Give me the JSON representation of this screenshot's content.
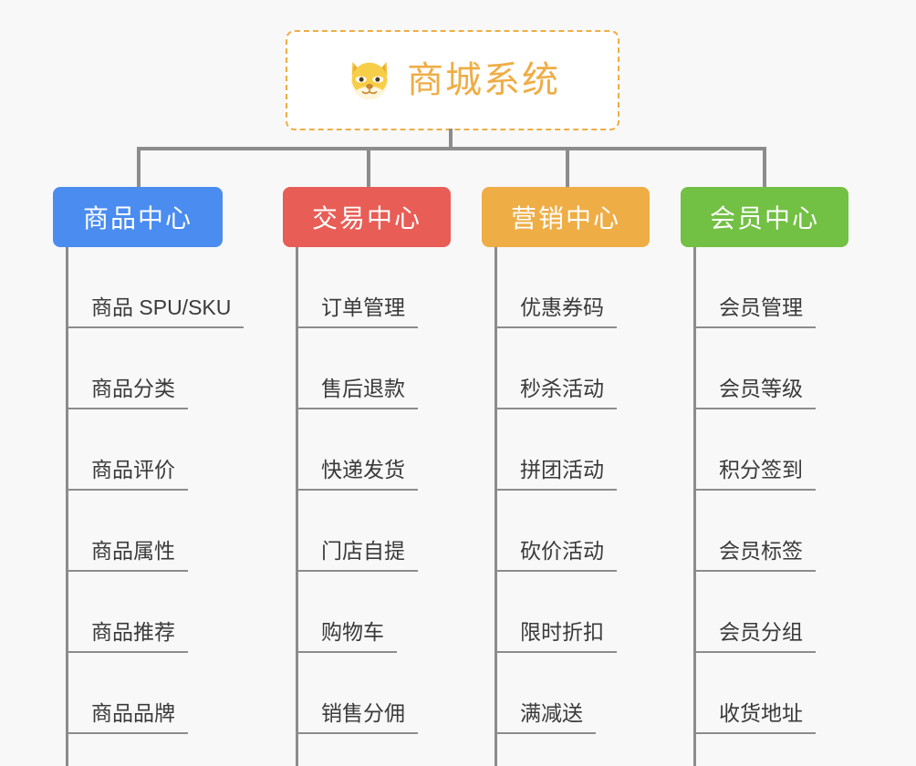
{
  "page": {
    "background": "#f8f8f8",
    "line_color": "#8c8c8c",
    "text_color": "#3a3a3a"
  },
  "root": {
    "title": "商城系统",
    "icon": "shiba-dog-emoji",
    "accent_color": "#eead45",
    "border_style": "dashed",
    "background": "#ffffff"
  },
  "columns": [
    {
      "title": "商品中心",
      "color": "#4a8cf0",
      "items": [
        {
          "label": "商品 SPU/SKU"
        },
        {
          "label": "商品分类"
        },
        {
          "label": "商品评价"
        },
        {
          "label": "商品属性"
        },
        {
          "label": "商品推荐"
        },
        {
          "label": "商品品牌"
        }
      ]
    },
    {
      "title": "交易中心",
      "color": "#e85d55",
      "items": [
        {
          "label": "订单管理"
        },
        {
          "label": "售后退款"
        },
        {
          "label": "快递发货"
        },
        {
          "label": "门店自提"
        },
        {
          "label": "购物车"
        },
        {
          "label": "销售分佣"
        }
      ]
    },
    {
      "title": "营销中心",
      "color": "#eead45",
      "items": [
        {
          "label": "优惠券码"
        },
        {
          "label": "秒杀活动"
        },
        {
          "label": "拼团活动"
        },
        {
          "label": "砍价活动"
        },
        {
          "label": "限时折扣"
        },
        {
          "label": "满减送"
        }
      ]
    },
    {
      "title": "会员中心",
      "color": "#72c044",
      "items": [
        {
          "label": "会员管理"
        },
        {
          "label": "会员等级"
        },
        {
          "label": "积分签到"
        },
        {
          "label": "会员标签"
        },
        {
          "label": "会员分组"
        },
        {
          "label": "收货地址"
        }
      ]
    }
  ]
}
